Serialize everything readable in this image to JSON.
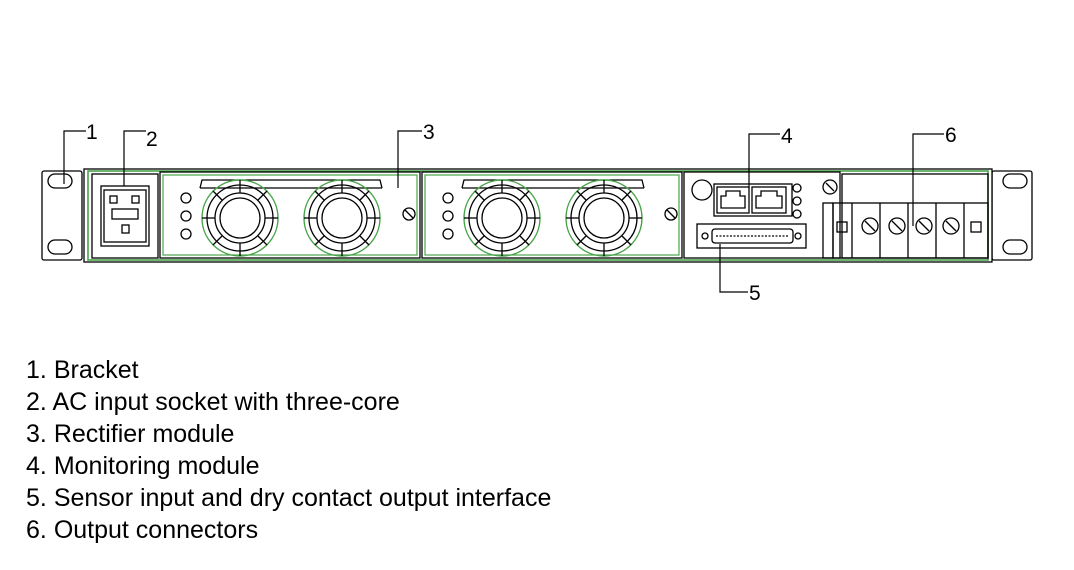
{
  "colors": {
    "outline": "#000000",
    "module_edge": "#49a449",
    "background": "#ffffff"
  },
  "callouts": [
    {
      "number": "1",
      "component": "bracket"
    },
    {
      "number": "2",
      "component": "ac-input-socket"
    },
    {
      "number": "3",
      "component": "rectifier-module"
    },
    {
      "number": "4",
      "component": "monitoring-module"
    },
    {
      "number": "5",
      "component": "sensor-interface"
    },
    {
      "number": "6",
      "component": "output-connectors"
    }
  ],
  "legend": [
    {
      "number": "1.",
      "text": "Bracket"
    },
    {
      "number": "2.",
      "text": "AC input socket with three-core"
    },
    {
      "number": "3.",
      "text": "Rectifier module"
    },
    {
      "number": "4.",
      "text": "Monitoring module"
    },
    {
      "number": "5.",
      "text": "Sensor input and dry contact output interface"
    },
    {
      "number": "6.",
      "text": "Output connectors"
    }
  ]
}
